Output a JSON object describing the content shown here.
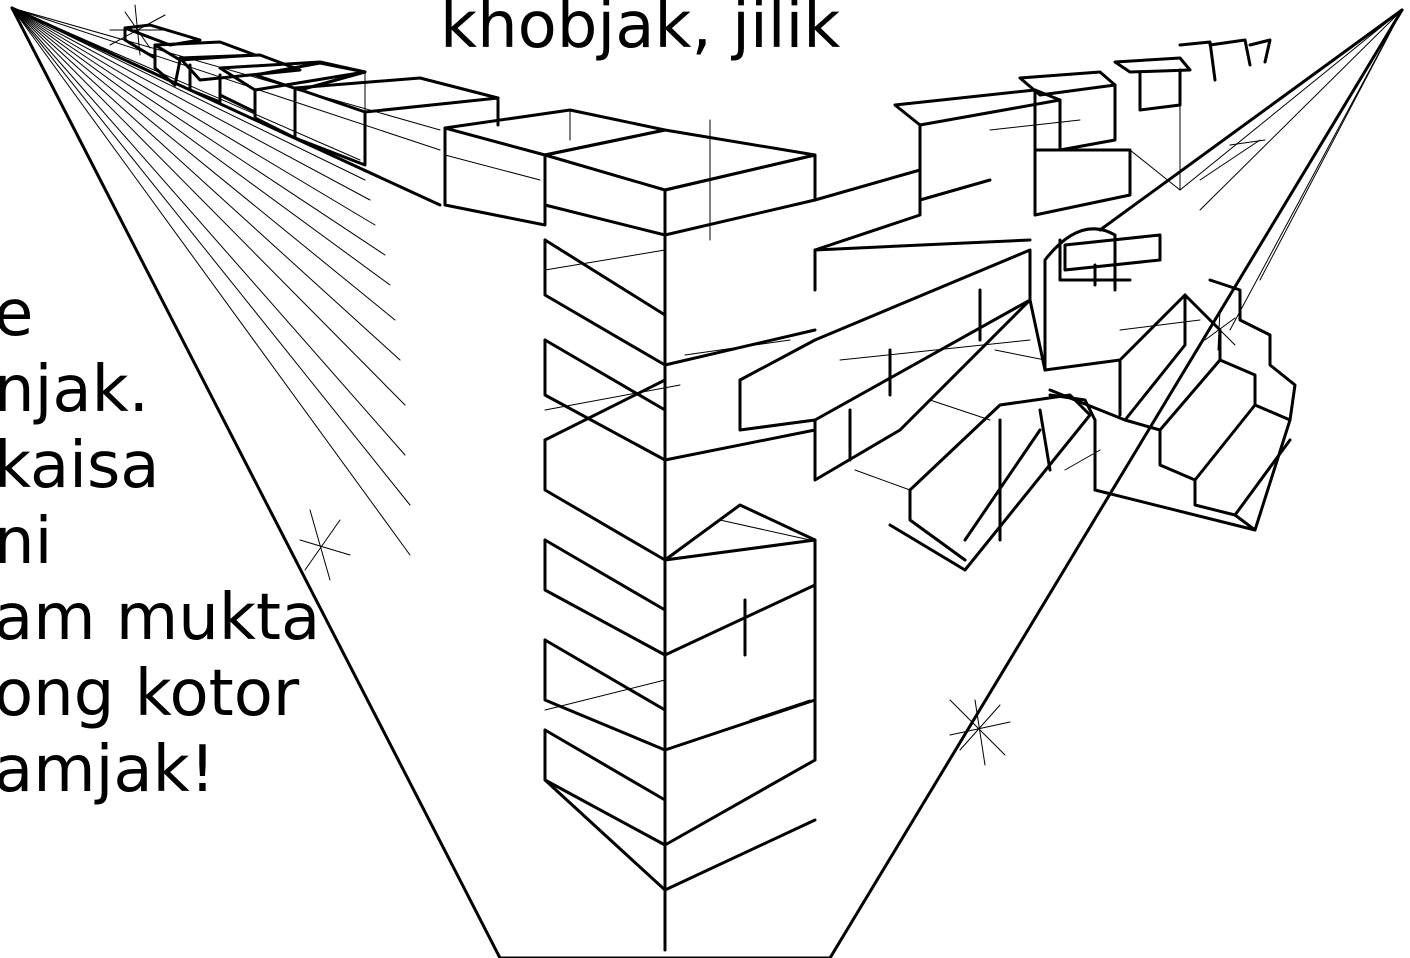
{
  "title": "khobjak, jilik",
  "side_text": [
    "e",
    "njak.",
    "kaisa",
    "ni",
    "am mukta",
    "ong kotor",
    "amjak!"
  ],
  "colors": {
    "ink": "#000000",
    "background": "#ffffff"
  }
}
